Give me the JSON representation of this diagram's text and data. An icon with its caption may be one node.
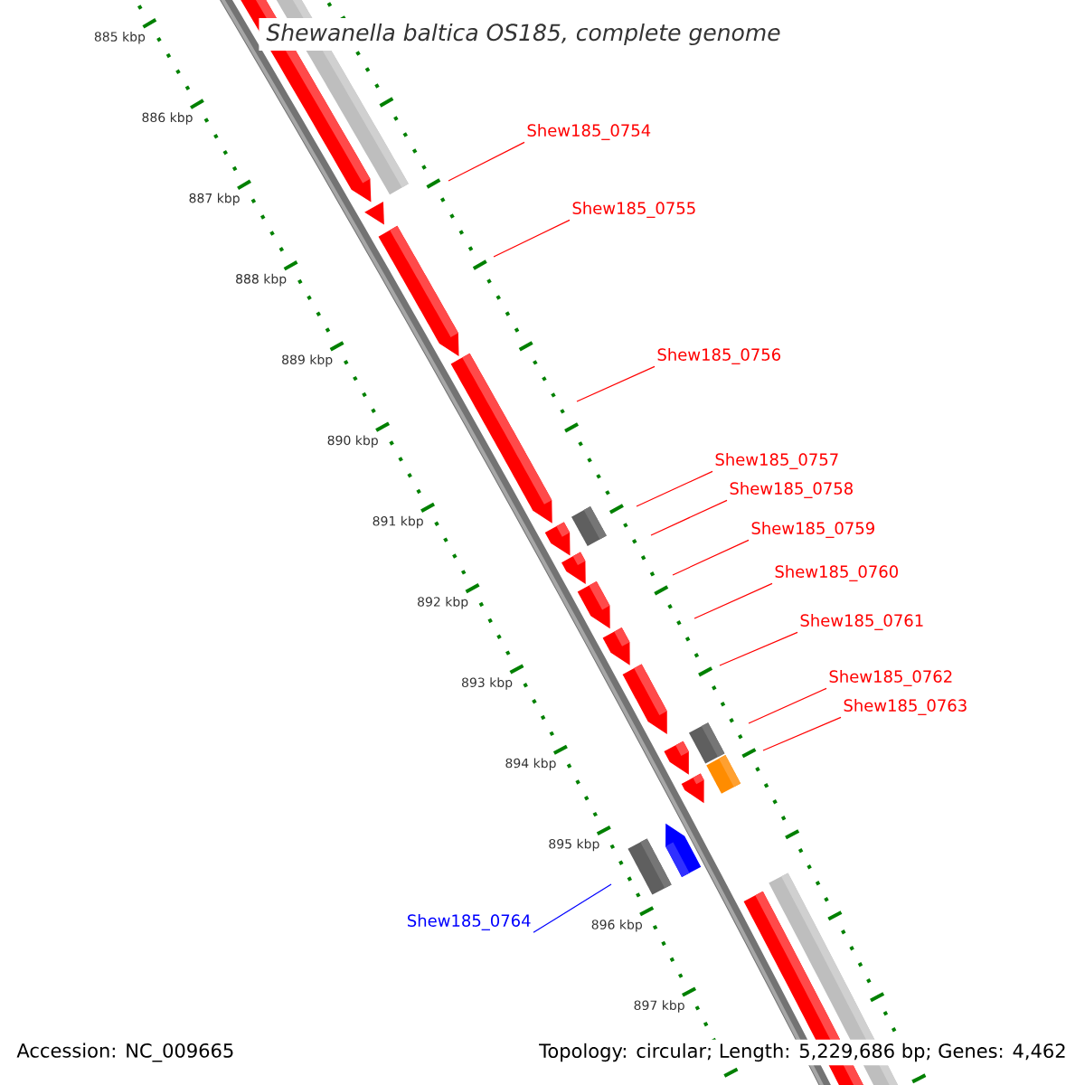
{
  "diagram": {
    "title": "Shewanella baltica OS185, complete genome",
    "nodes": [
      {
        "text": [
          "Shew185_0754"
        ]
      },
      {
        "text": [
          "Shew185_0755"
        ]
      },
      {
        "text": [
          "Shew185_0756"
        ]
      },
      {
        "text": [
          "Shew185_0757"
        ]
      },
      {
        "text": [
          "Shew185_0758"
        ]
      },
      {
        "text": [
          "Shew185_0759"
        ]
      },
      {
        "text": [
          "Shew185_0760"
        ]
      },
      {
        "text": [
          "Shew185_0761"
        ]
      },
      {
        "text": [
          "Shew185_0762"
        ]
      },
      {
        "text": [
          "Shew185_0763"
        ]
      },
      {
        "text": [
          "Shew185_0764"
        ]
      }
    ],
    "edges": [
      {
        "from": 0,
        "to": null,
        "arrow": "none"
      },
      {
        "from": 1,
        "to": null,
        "arrow": "none"
      },
      {
        "from": 2,
        "to": null,
        "arrow": "none"
      },
      {
        "from": 3,
        "to": null,
        "arrow": "none"
      },
      {
        "from": 4,
        "to": null,
        "arrow": "none"
      },
      {
        "from": 5,
        "to": null,
        "arrow": "none"
      },
      {
        "from": 6,
        "to": null,
        "arrow": "none"
      },
      {
        "from": 7,
        "to": null,
        "arrow": "none"
      },
      {
        "from": 8,
        "to": null,
        "arrow": "none"
      },
      {
        "from": 9,
        "to": null,
        "arrow": "none"
      },
      {
        "from": 10,
        "to": null,
        "arrow": "none",
        "color": "#0000ff"
      }
    ],
    "labels": [
      "885 kbp",
      "886 kbp",
      "887 kbp",
      "888 kbp",
      "889 kbp",
      "890 kbp",
      "891 kbp",
      "892 kbp",
      "893 kbp",
      "894 kbp",
      "895 kbp",
      "896 kbp",
      "897 kbp",
      "Accession: NC_009665",
      "Topology: circular; Length: 5,229,686 bp; Genes: 4,462"
    ]
  }
}
